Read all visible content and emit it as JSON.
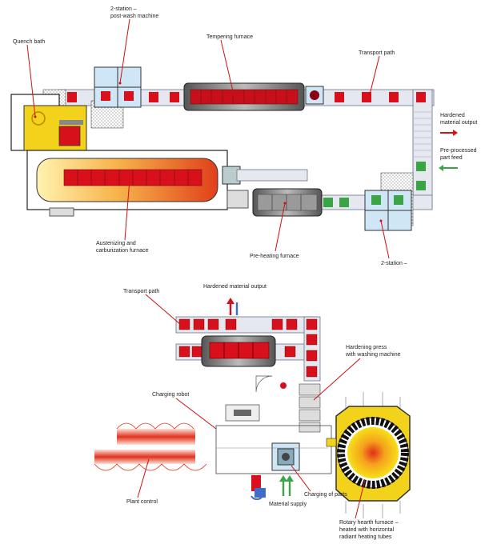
{
  "top_plan": {
    "labels": {
      "post_wash_line1": "2-station –",
      "post_wash_line2": "post-wash machine",
      "quench_bath": "Quench bath",
      "tempering_furnace": "Tempering furnace",
      "transport_path": "Transport path",
      "hardened_output_line1": "Hardened",
      "hardened_output_line2": "material output",
      "preprocessed_feed_line1": "Pre-processed",
      "preprocessed_feed_line2": "part feed",
      "austenizing_line1": "Austenizing and",
      "austenizing_line2": "carburization furnace",
      "preheating_furnace": "Pre-heating furnace",
      "two_station": "2-station –"
    }
  },
  "bottom_plan": {
    "labels": {
      "transport_path": "Transport path",
      "hardened_output": "Hardened material output",
      "hardening_press_line1": "Hardening press",
      "hardening_press_line2": "with washing machine",
      "charging_robot": "Charging robot",
      "plant_control": "Plant control",
      "charging_of_parts": "Charging of parts",
      "material_supply": "Material supply",
      "rotary_line1": "Rotary hearth furnace –",
      "rotary_line2": "heated with horizontal",
      "rotary_line3": "radiant heating tubes"
    }
  },
  "colors": {
    "red": "#d8101c",
    "green": "#3aa447",
    "blue_box": "#cfe6f7",
    "yellow": "#f2d21a",
    "conveyor": "#e6e8f0"
  }
}
